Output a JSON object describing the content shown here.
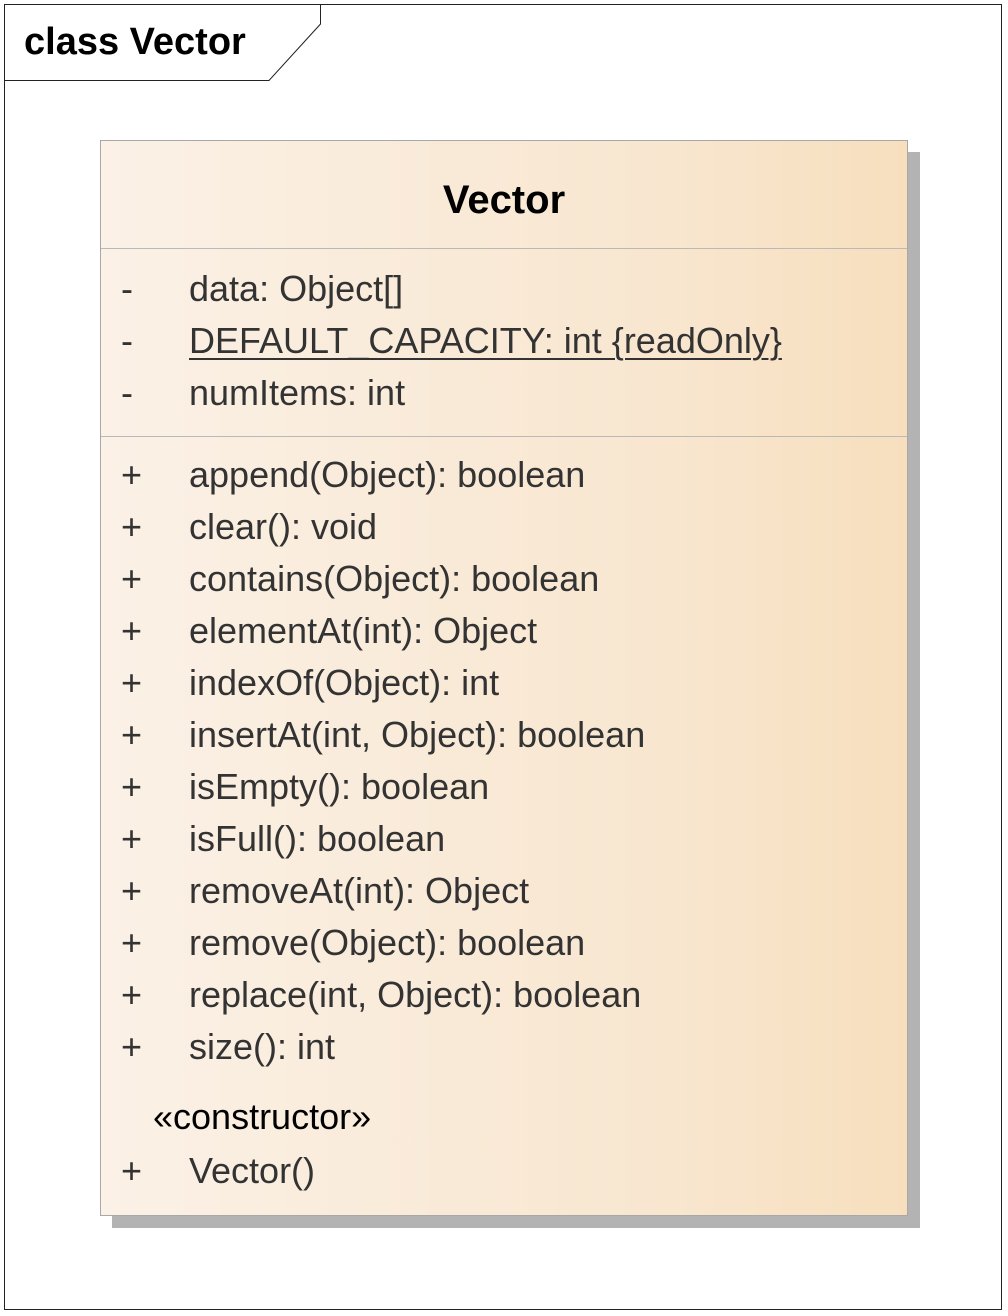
{
  "frame": {
    "title": "class Vector"
  },
  "class": {
    "name": "Vector",
    "attributes": [
      {
        "visibility": "-",
        "signature": "data: Object[]",
        "static": false
      },
      {
        "visibility": "-",
        "signature": "DEFAULT_CAPACITY: int {readOnly}",
        "static": true
      },
      {
        "visibility": "-",
        "signature": "numItems: int",
        "static": false
      }
    ],
    "operations": [
      {
        "visibility": "+",
        "signature": "append(Object): boolean"
      },
      {
        "visibility": "+",
        "signature": "clear(): void"
      },
      {
        "visibility": "+",
        "signature": "contains(Object): boolean"
      },
      {
        "visibility": "+",
        "signature": "elementAt(int): Object"
      },
      {
        "visibility": "+",
        "signature": "indexOf(Object): int"
      },
      {
        "visibility": "+",
        "signature": "insertAt(int, Object): boolean"
      },
      {
        "visibility": "+",
        "signature": "isEmpty(): boolean"
      },
      {
        "visibility": "+",
        "signature": "isFull(): boolean"
      },
      {
        "visibility": "+",
        "signature": "removeAt(int): Object"
      },
      {
        "visibility": "+",
        "signature": "remove(Object): boolean"
      },
      {
        "visibility": "+",
        "signature": "replace(int, Object): boolean"
      },
      {
        "visibility": "+",
        "signature": "size(): int"
      }
    ],
    "constructor_stereotype": "«constructor»",
    "constructors": [
      {
        "visibility": "+",
        "signature": "Vector()"
      }
    ]
  },
  "colors": {
    "box_fill_left": "#fbf1e6",
    "box_fill_right": "#f7dfbe",
    "box_border": "#a8a8a8",
    "shadow": "#b3b3b3",
    "text": "#333333"
  }
}
